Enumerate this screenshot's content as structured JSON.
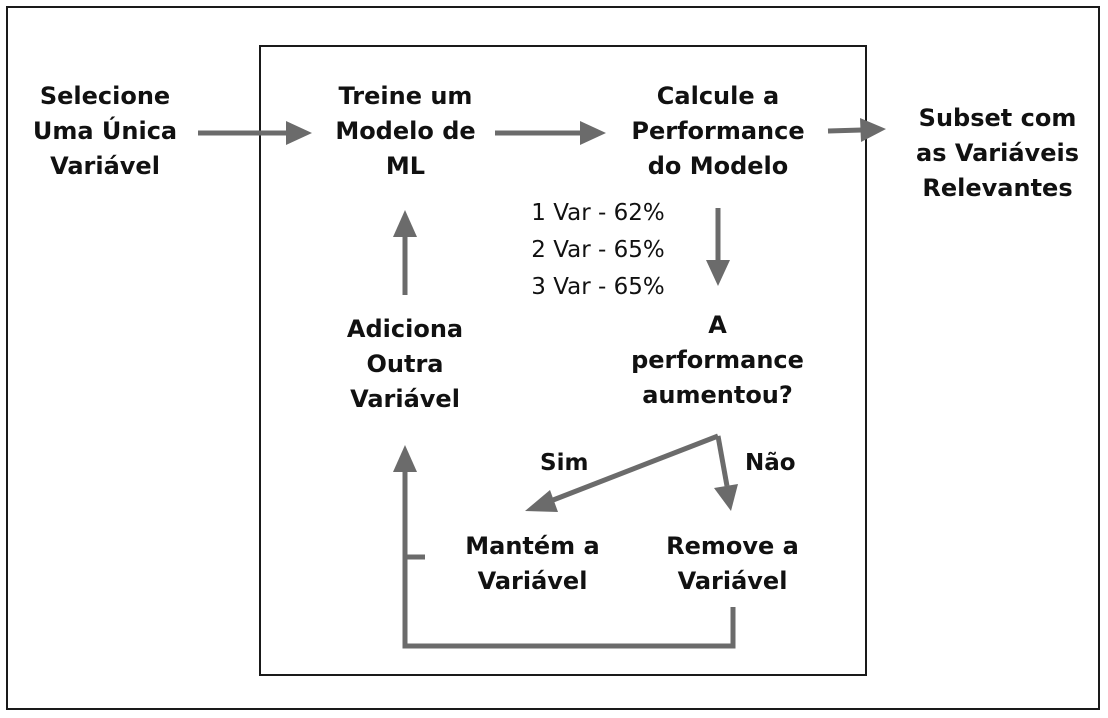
{
  "diagram": {
    "nodes": {
      "select_single": "Selecione\nUma Única\nVariável",
      "train_model": "Treine um\nModelo de\nML",
      "calc_performance": "Calcule a\nPerformance\ndo Modelo",
      "subset_result": "Subset com\nas Variáveis\nRelevantes",
      "add_variable": "Adiciona\nOutra\nVariável",
      "question": "A\nperformance\naumentou?",
      "keep_variable": "Mantém a\nVariável",
      "remove_variable": "Remove a\nVariável"
    },
    "performance_notes": [
      "1 Var - 62%",
      "2 Var - 65%",
      "3 Var - 65%"
    ],
    "branches": {
      "yes": "Sim",
      "no": "Não"
    },
    "colors": {
      "arrow": "#6b6b6b",
      "border": "#1a1a1a"
    }
  }
}
